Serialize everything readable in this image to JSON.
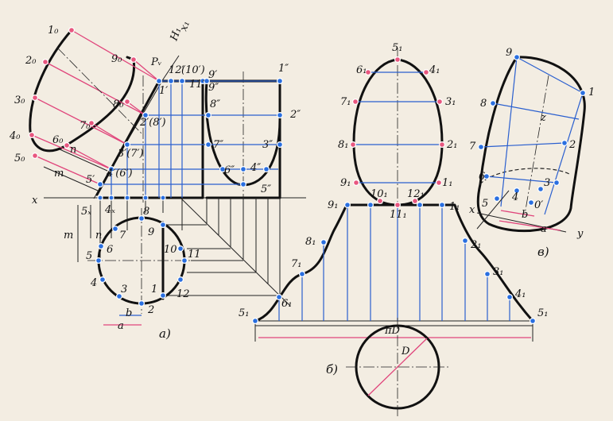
{
  "figure_a": {
    "caption": "а)",
    "unfold_labels": [
      "1₀",
      "2₀",
      "3₀",
      "4₀",
      "5₀",
      "6₀",
      "7₀",
      "8₀",
      "9₀"
    ],
    "front_labels": [
      "1′",
      "2′(8′)",
      "3′(7′)",
      "4′(6′)",
      "5′",
      "9′",
      "12′",
      "(10′)",
      "11′"
    ],
    "side_labels": [
      "1″",
      "2″",
      "3″",
      "4″",
      "5″",
      "6″",
      "7″",
      "8″",
      "9″"
    ],
    "top_labels": [
      "1",
      "2",
      "3",
      "4",
      "5",
      "6",
      "7",
      "8",
      "9",
      "10",
      "11",
      "12"
    ],
    "axis_labels": {
      "x": "x",
      "x_sub": "5ₓ",
      "x4": "4ₓ",
      "pv": "Pᵥ",
      "p1": "H₁ ",
      "p1x": "x₁",
      "n_top": "n",
      "m_top": "m",
      "n_side": "n",
      "m_side": "m",
      "b": "b",
      "a": "a"
    }
  },
  "figure_b": {
    "caption": "б)",
    "outline_labels": [
      "1₁",
      "2₁",
      "3₁",
      "4₁",
      "5₁",
      "6₁",
      "7₁",
      "8₁",
      "9₁",
      "10₁",
      "11₁",
      "12₁"
    ],
    "development_labels": [
      "1₁",
      "2₁",
      "3₁",
      "4₁",
      "5₁",
      "5₁",
      "6₁",
      "7₁",
      "8₁",
      "9₁",
      "10₁",
      "11₁",
      "12₁"
    ],
    "perimeter_label": "πD",
    "diameter_label": "D"
  },
  "figure_c": {
    "caption": "в)",
    "labels": [
      "1",
      "2",
      "3",
      "4",
      "5",
      "6",
      "7",
      "8",
      "9",
      "0′",
      "z",
      "x",
      "y",
      "b",
      "a"
    ]
  },
  "colors": {
    "blue": "#2a5fcf",
    "pink": "#e0457b",
    "ink": "#111111"
  }
}
